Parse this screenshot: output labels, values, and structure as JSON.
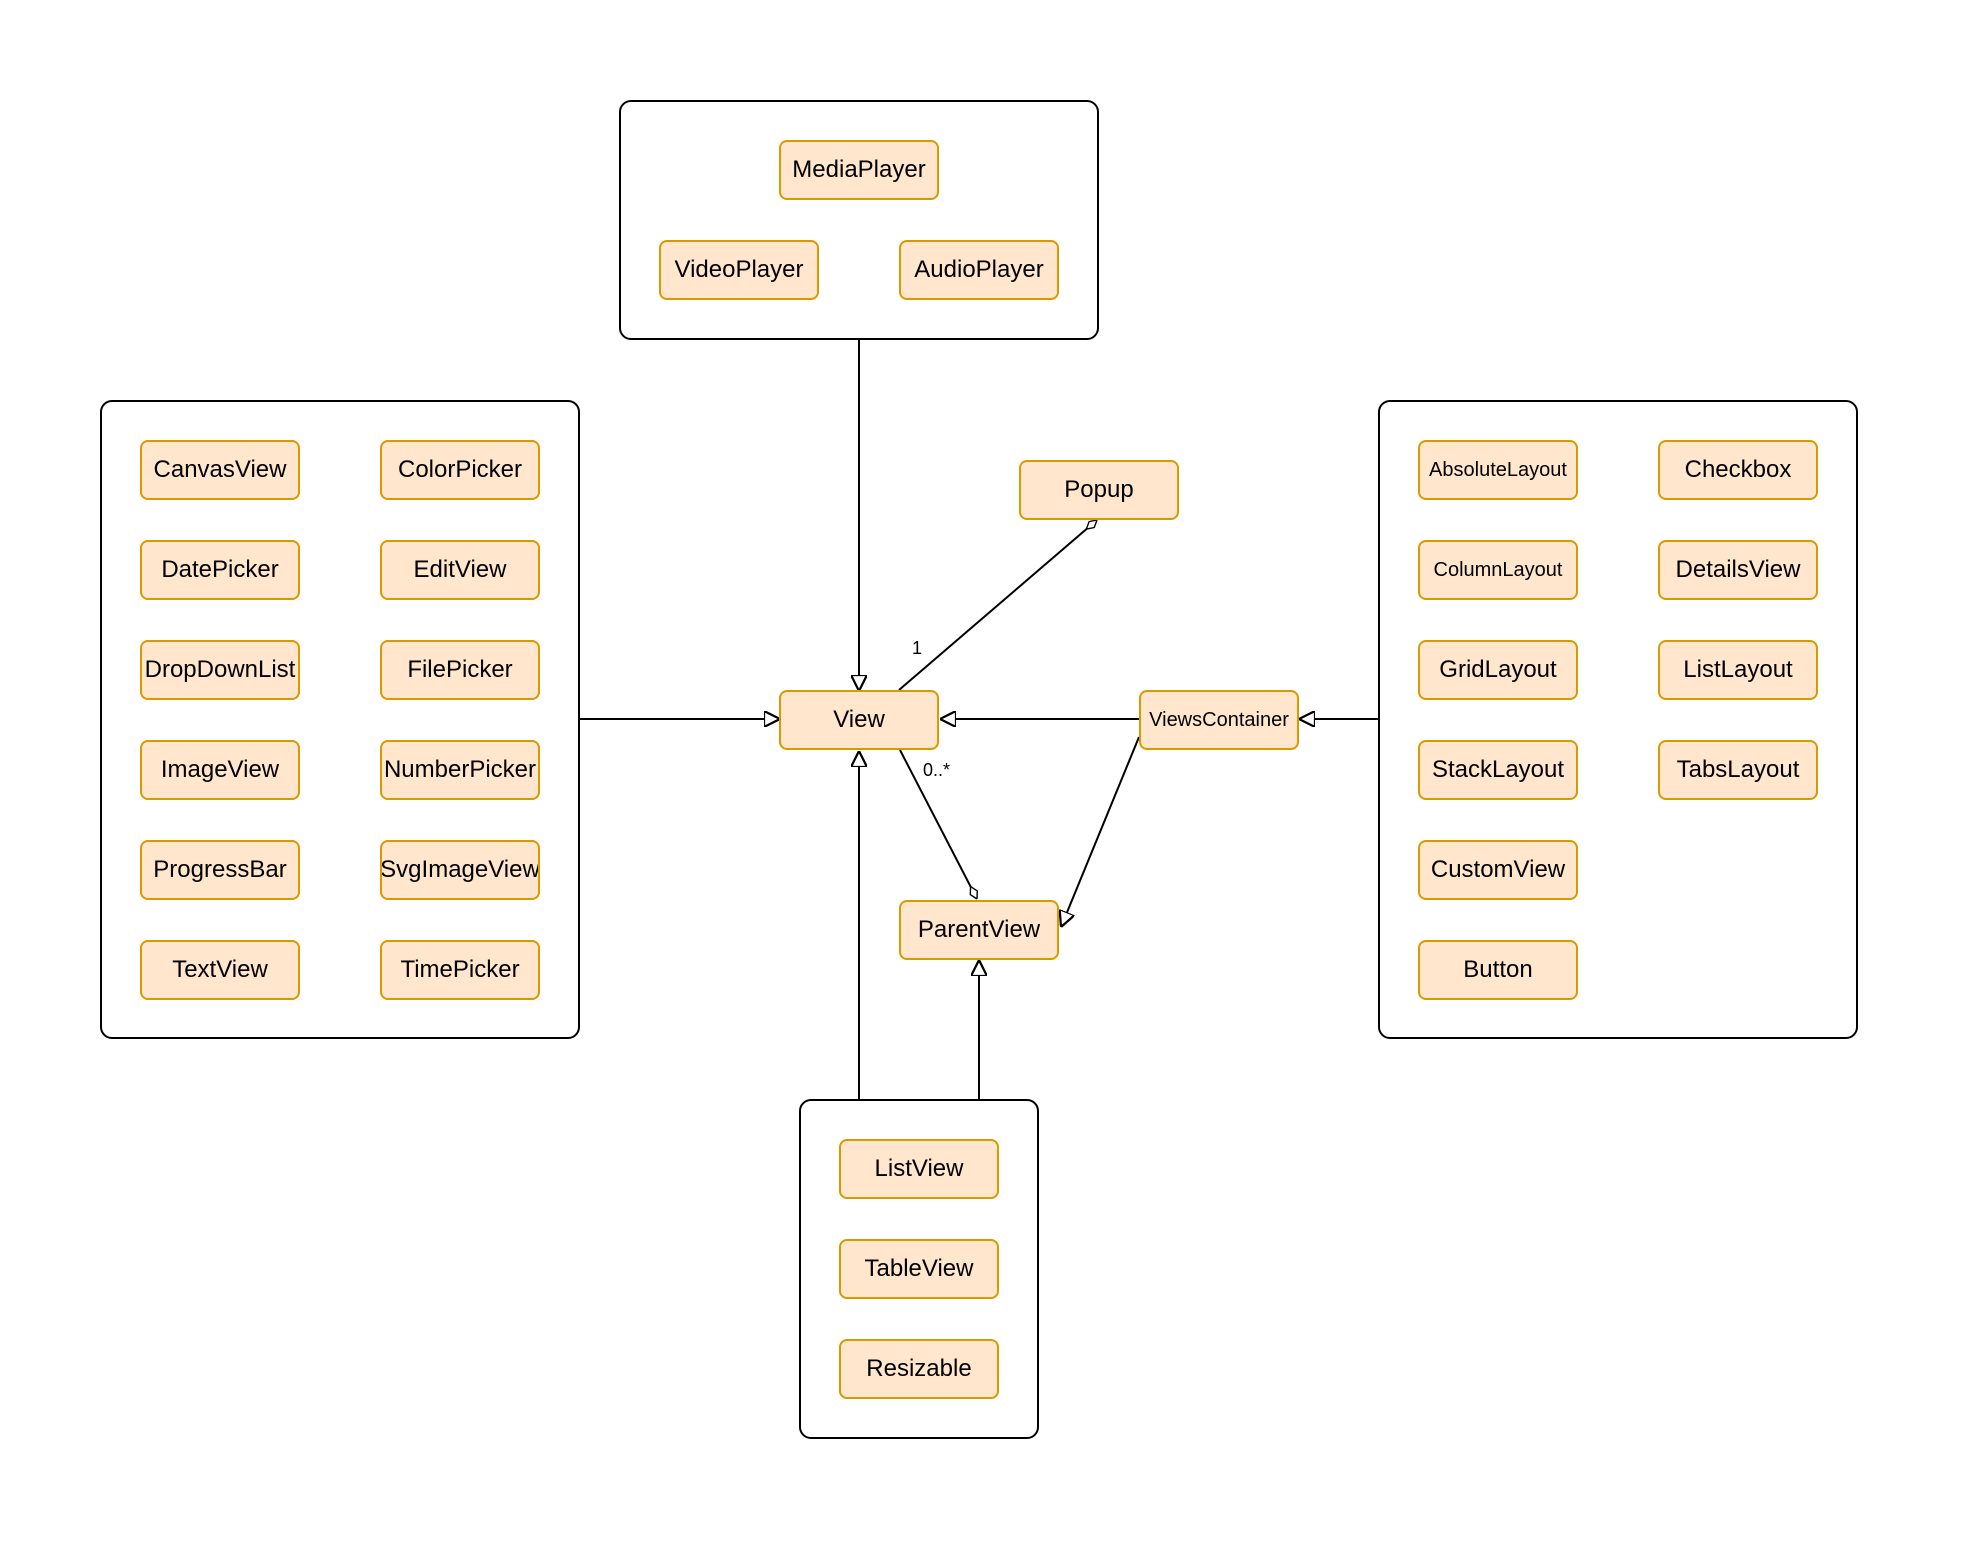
{
  "nodes": {
    "media_player": "MediaPlayer",
    "video_player": "VideoPlayer",
    "audio_player": "AudioPlayer",
    "canvas_view": "CanvasView",
    "color_picker": "ColorPicker",
    "date_picker": "DatePicker",
    "edit_view": "EditView",
    "drop_down_list": "DropDownList",
    "file_picker": "FilePicker",
    "image_view": "ImageView",
    "number_picker": "NumberPicker",
    "progress_bar": "ProgressBar",
    "svg_image_view": "SvgImageView",
    "text_view": "TextView",
    "time_picker": "TimePicker",
    "popup": "Popup",
    "view": "View",
    "views_container": "ViewsContainer",
    "parent_view": "ParentView",
    "absolute_layout": "AbsoluteLayout",
    "checkbox": "Checkbox",
    "column_layout": "ColumnLayout",
    "details_view": "DetailsView",
    "grid_layout": "GridLayout",
    "list_layout": "ListLayout",
    "stack_layout": "StackLayout",
    "tabs_layout": "TabsLayout",
    "custom_view": "CustomView",
    "button": "Button",
    "list_view": "ListView",
    "table_view": "TableView",
    "resizable": "Resizable"
  },
  "multiplicity": {
    "popup_view": "1",
    "parent_view": "0..*"
  },
  "colors": {
    "node_fill": "#ffe6cc",
    "node_stroke": "#d79b00",
    "line": "#000000"
  }
}
